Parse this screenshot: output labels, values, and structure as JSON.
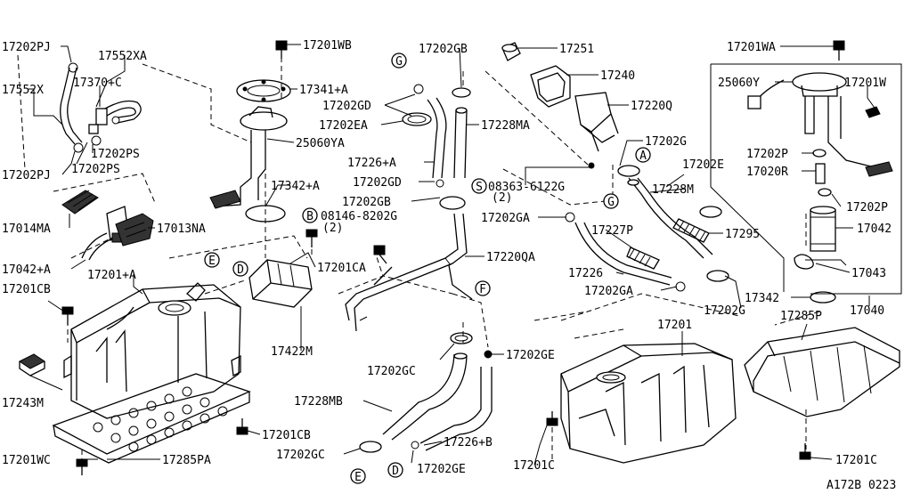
{
  "diagram": {
    "labels": {
      "l17202PJ_top": "17202PJ",
      "l17552XA": "17552XA",
      "l17552X": "17552X",
      "l17370C": "17370+C",
      "l17202PS_r": "17202PS",
      "l17202PJ_bot": "17202PJ",
      "l17202PS_b": "17202PS",
      "l17014MA": "17014MA",
      "l17013NA": "17013NA",
      "l17042A": "17042+A",
      "l17201CB_l": "17201CB",
      "l17201A": "17201+A",
      "l17243M": "17243M",
      "l17201WC": "17201WC",
      "l17285PA": "17285PA",
      "l17201CB_b": "17201CB",
      "l17201WB": "17201WB",
      "l17341A": "17341+A",
      "l25060YA": "25060YA",
      "l17342A": "17342+A",
      "l08146": "08146-8202G",
      "l08146q": "(2)",
      "l17201CA": "17201CA",
      "l17422M": "17422M",
      "l17202GB_t": "17202GB",
      "l17202GD_1": "17202GD",
      "l17202EA": "17202EA",
      "l17228MA": "17228MA",
      "l17226A": "17226+A",
      "l17202GD_2": "17202GD",
      "l17202GB_m": "17202GB",
      "l17220QA": "17220QA",
      "l17202GC_m": "17202GC",
      "l17202GE_r": "17202GE",
      "l17228MB": "17228MB",
      "l17226B": "17226+B",
      "l17202GC_b": "17202GC",
      "l17202GE_b": "17202GE",
      "l17251": "17251",
      "l17240": "17240",
      "l17220Q": "17220Q",
      "l17202G_t": "17202G",
      "l08363": "08363-6122G",
      "l08363q": "(2)",
      "l17202E": "17202E",
      "l17228M": "17228M",
      "l17202GA_1": "17202GA",
      "l17227P": "17227P",
      "l17295": "17295",
      "l17226": "17226",
      "l17202GA_2": "17202GA",
      "l17202G_b": "17202G",
      "l17201": "17201",
      "l17201C_m": "17201C",
      "l17201WA": "17201WA",
      "l25060Y": "25060Y",
      "l17201W": "17201W",
      "l17202P_l": "17202P",
      "l17020R": "17020R",
      "l17202P_r": "17202P",
      "l17042": "17042",
      "l17043": "17043",
      "l17342": "17342",
      "l17040": "17040",
      "l17285P": "17285P",
      "l17201C_r": "17201C",
      "footer": "A172B 0223"
    },
    "callouts": {
      "A": "A",
      "B1": "B",
      "S1": "S",
      "D1": "D",
      "E1": "E",
      "F1": "F",
      "G1": "G",
      "G2": "G",
      "E2": "E",
      "D2": "D"
    }
  }
}
